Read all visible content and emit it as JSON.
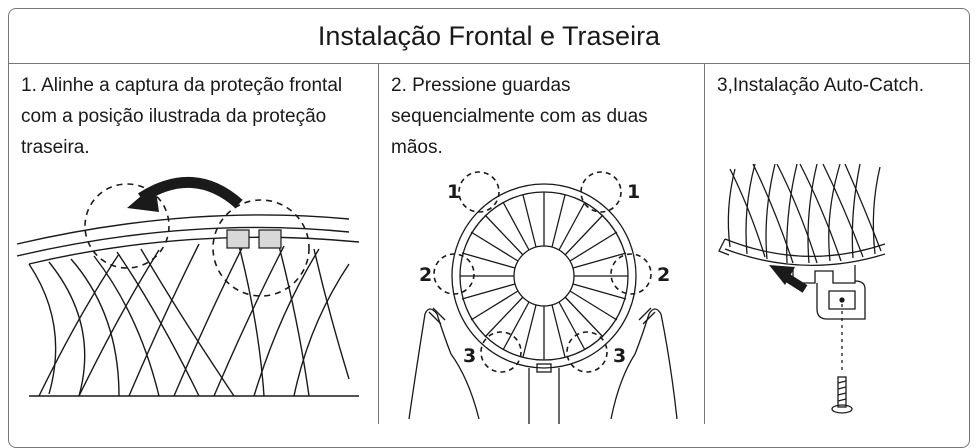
{
  "title": "Instalação Frontal e Traseira",
  "steps": [
    {
      "text": "1. Alinhe a captura da proteção frontal com a posição ilustrada da proteção traseira."
    },
    {
      "text": "2. Pressione guardas sequencialmente com as duas mãos."
    },
    {
      "text": "3,Instalação Auto-Catch."
    }
  ],
  "step2_labels": [
    "1",
    "1",
    "2",
    "2",
    "3",
    "3"
  ],
  "colors": {
    "line": "#1a1a1a",
    "border": "#777777"
  },
  "icons": [
    "curved-arrow-icon",
    "straight-arrow-icon",
    "screw-icon"
  ]
}
